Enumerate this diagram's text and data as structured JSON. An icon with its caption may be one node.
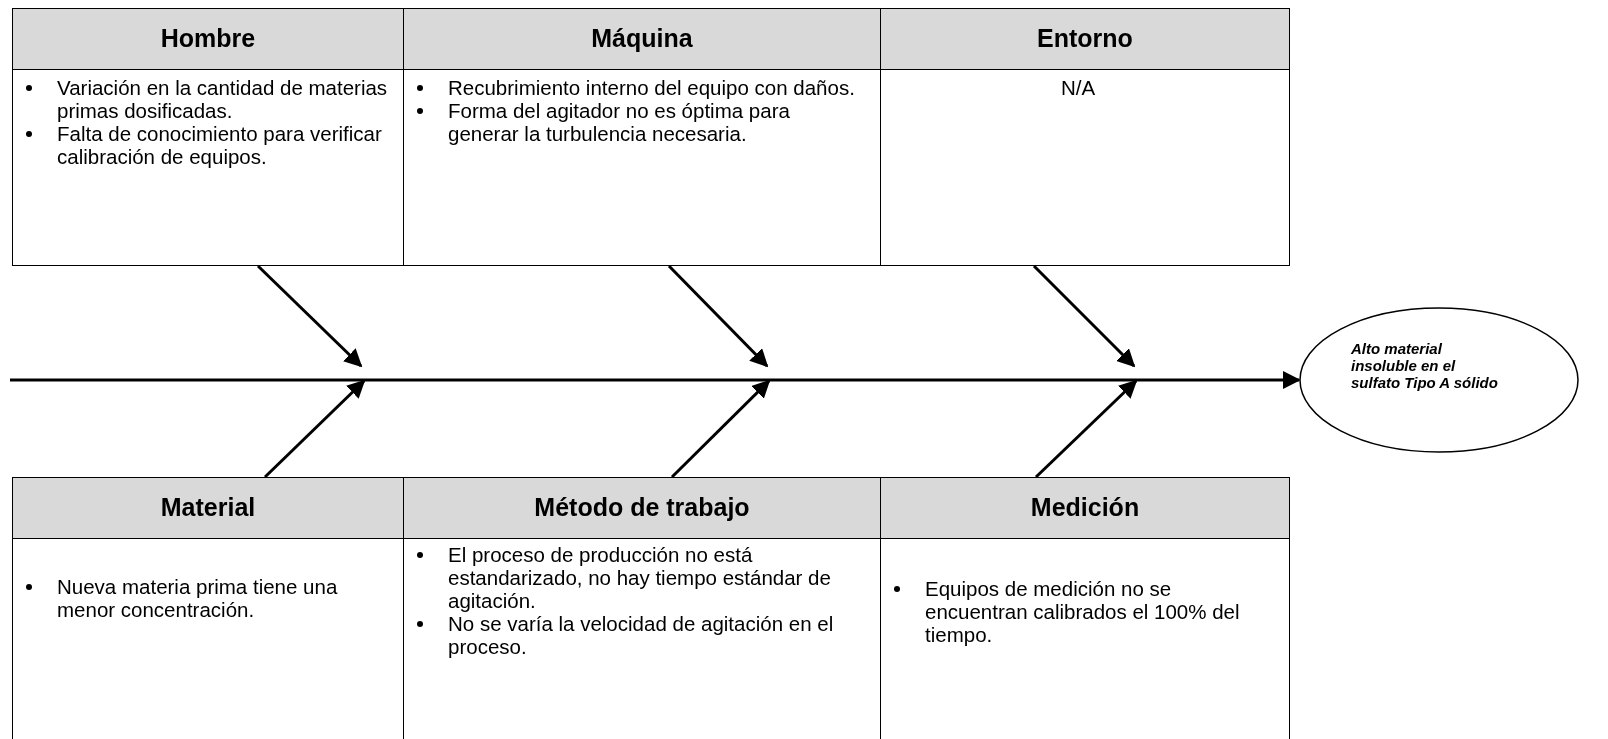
{
  "diagram": {
    "nodes": [
      {
        "text": [
          "Hombre",
          "Variación en la cantidad de materias primas dosificadas.",
          "Falta de conocimiento para verificar calibración de equipos."
        ]
      },
      {
        "text": [
          "Máquina",
          "Recubrimiento interno del equipo con daños.",
          "Forma del agitador no es óptima para generar la turbulencia necesaria."
        ]
      },
      {
        "text": [
          "Entorno",
          "N/A"
        ]
      },
      {
        "text": [
          "Alto material insoluble en el sulfato Tipo A sólido"
        ]
      },
      {
        "text": [
          "Material",
          "Nueva materia prima tiene una menor concentración."
        ]
      },
      {
        "text": [
          "Método de trabajo",
          "El proceso de producción no está estandarizado, no hay tiempo estándar de agitación.",
          "No se varía la velocidad de agitación en el proceso."
        ]
      },
      {
        "text": [
          "Medición",
          "Equipos de medición no se encuentran calibrados el 100% del tiempo."
        ]
      }
    ],
    "edges": [
      {
        "from": null,
        "to": 3,
        "arrow": "to"
      },
      {
        "from": 0,
        "to": null,
        "arrow": "to"
      },
      {
        "from": 1,
        "to": null,
        "arrow": "to"
      },
      {
        "from": 2,
        "to": null,
        "arrow": "to"
      },
      {
        "from": 4,
        "to": null,
        "arrow": "to"
      },
      {
        "from": 5,
        "to": null,
        "arrow": "to"
      },
      {
        "from": 6,
        "to": null,
        "arrow": "to"
      }
    ]
  }
}
